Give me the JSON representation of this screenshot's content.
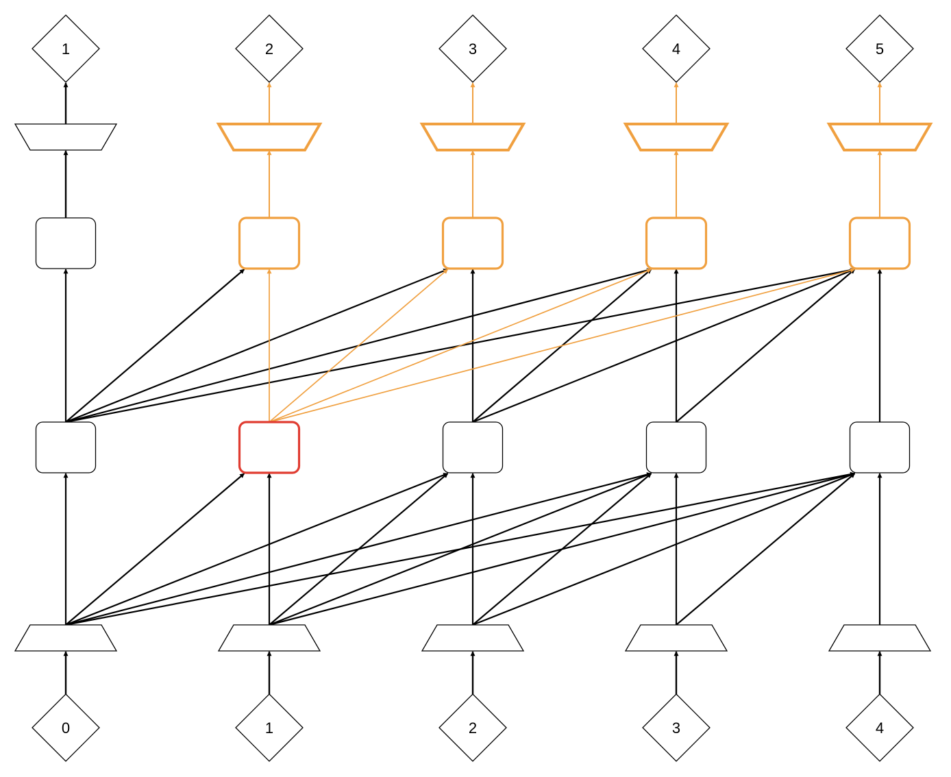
{
  "colors": {
    "default": "#000000",
    "highlight": "#f0a040",
    "selected": "#e03c31",
    "background": "#ffffff"
  },
  "inputs": [
    {
      "label": "0"
    },
    {
      "label": "1"
    },
    {
      "label": "2"
    },
    {
      "label": "3"
    },
    {
      "label": "4"
    }
  ],
  "outputs": [
    {
      "label": "1",
      "state": "default"
    },
    {
      "label": "2",
      "state": "highlight"
    },
    {
      "label": "3",
      "state": "highlight"
    },
    {
      "label": "4",
      "state": "highlight"
    },
    {
      "label": "5",
      "state": "highlight"
    }
  ],
  "layer1": [
    {
      "state": "default"
    },
    {
      "state": "selected"
    },
    {
      "state": "default"
    },
    {
      "state": "default"
    },
    {
      "state": "default"
    }
  ],
  "layer2": [
    {
      "state": "default"
    },
    {
      "state": "highlight"
    },
    {
      "state": "highlight"
    },
    {
      "state": "highlight"
    },
    {
      "state": "highlight"
    }
  ],
  "connections": {
    "input_to_layer1": [
      {
        "from": 0,
        "to": 0,
        "state": "default"
      },
      {
        "from": 0,
        "to": 1,
        "state": "default"
      },
      {
        "from": 0,
        "to": 2,
        "state": "default"
      },
      {
        "from": 0,
        "to": 3,
        "state": "default"
      },
      {
        "from": 0,
        "to": 4,
        "state": "default"
      },
      {
        "from": 1,
        "to": 1,
        "state": "default"
      },
      {
        "from": 1,
        "to": 2,
        "state": "default"
      },
      {
        "from": 1,
        "to": 3,
        "state": "default"
      },
      {
        "from": 1,
        "to": 4,
        "state": "default"
      },
      {
        "from": 2,
        "to": 2,
        "state": "default"
      },
      {
        "from": 2,
        "to": 3,
        "state": "default"
      },
      {
        "from": 2,
        "to": 4,
        "state": "default"
      },
      {
        "from": 3,
        "to": 3,
        "state": "default"
      },
      {
        "from": 3,
        "to": 4,
        "state": "default"
      },
      {
        "from": 4,
        "to": 4,
        "state": "default"
      }
    ],
    "layer1_to_layer2": [
      {
        "from": 0,
        "to": 0,
        "state": "default"
      },
      {
        "from": 0,
        "to": 1,
        "state": "default"
      },
      {
        "from": 0,
        "to": 2,
        "state": "default"
      },
      {
        "from": 0,
        "to": 3,
        "state": "default"
      },
      {
        "from": 0,
        "to": 4,
        "state": "default"
      },
      {
        "from": 1,
        "to": 1,
        "state": "highlight"
      },
      {
        "from": 1,
        "to": 2,
        "state": "highlight"
      },
      {
        "from": 1,
        "to": 3,
        "state": "highlight"
      },
      {
        "from": 1,
        "to": 4,
        "state": "highlight"
      },
      {
        "from": 2,
        "to": 2,
        "state": "default"
      },
      {
        "from": 2,
        "to": 3,
        "state": "default"
      },
      {
        "from": 2,
        "to": 4,
        "state": "default"
      },
      {
        "from": 3,
        "to": 3,
        "state": "default"
      },
      {
        "from": 3,
        "to": 4,
        "state": "default"
      },
      {
        "from": 4,
        "to": 4,
        "state": "default"
      }
    ]
  }
}
